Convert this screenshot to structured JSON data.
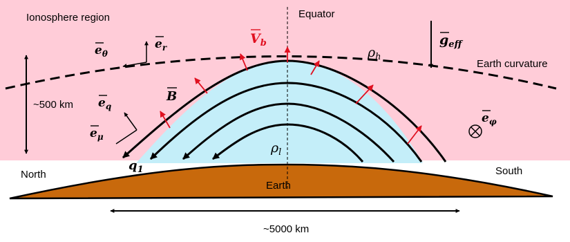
{
  "colors": {
    "ionosphere": "#ffccd8",
    "bubble": "#c4eef9",
    "earth": "#c8690c",
    "field_line": "#000000",
    "velocity": "#e01020"
  },
  "labels": {
    "ionosphere_region": "Ionosphere region",
    "equator": "Equator",
    "earth_curvature": "Earth curvature",
    "height": "~500 km",
    "north": "North",
    "south": "South",
    "earth": "Earth",
    "width": "~5000 km"
  },
  "math": {
    "e_theta": {
      "base": "e",
      "sub": "θ"
    },
    "e_r": {
      "base": "e",
      "sub": "r"
    },
    "v_b": {
      "base": "V",
      "sub": "b"
    },
    "rho_h": {
      "base": "ρ",
      "sub": "h"
    },
    "g_eff": {
      "base": "g",
      "sub": "eff"
    },
    "b_field": {
      "base": "B"
    },
    "e_q": {
      "base": "e",
      "sub": "q"
    },
    "e_mu": {
      "base": "e",
      "sub": "μ"
    },
    "e_phi": {
      "base": "e",
      "sub": "φ"
    },
    "rho_l": {
      "base": "ρ",
      "sub": "l"
    },
    "q1": {
      "base": "q",
      "sub": "1"
    }
  },
  "icons": {
    "into_page": "circle-cross-icon"
  }
}
